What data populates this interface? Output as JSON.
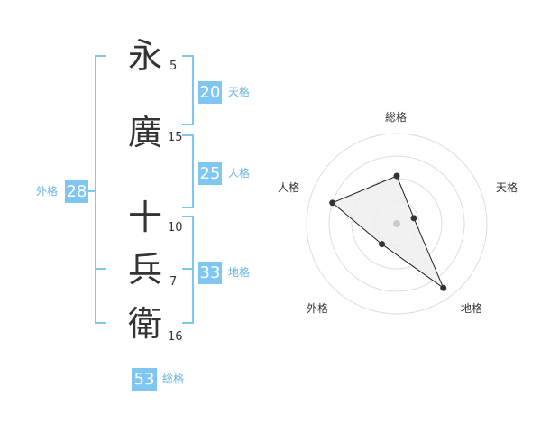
{
  "name": {
    "chars": [
      {
        "char": "永",
        "strokes": "5"
      },
      {
        "char": "廣",
        "strokes": "15"
      },
      {
        "char": "十",
        "strokes": "10"
      },
      {
        "char": "兵",
        "strokes": "7"
      },
      {
        "char": "衛",
        "strokes": "16"
      }
    ]
  },
  "fortunes": {
    "tenkaku": {
      "value": "20",
      "label": "天格"
    },
    "jinkaku": {
      "value": "25",
      "label": "人格"
    },
    "chikaku": {
      "value": "33",
      "label": "地格"
    },
    "gaikaku": {
      "value": "28",
      "label": "外格"
    },
    "soukaku": {
      "value": "53",
      "label": "総格"
    }
  },
  "chart_data": {
    "type": "radar",
    "axes": [
      "総格",
      "天格",
      "地格",
      "外格",
      "人格"
    ],
    "values": [
      0.53,
      0.2,
      0.88,
      0.28,
      0.75
    ],
    "rings": 4,
    "colors": {
      "ring": "#dddddd",
      "fill": "#efefef",
      "line": "#222222",
      "point": "#333333",
      "center": "#cccccc"
    }
  },
  "colors": {
    "accent": "#7fc7f2",
    "accent_text": "#68b6e3"
  }
}
